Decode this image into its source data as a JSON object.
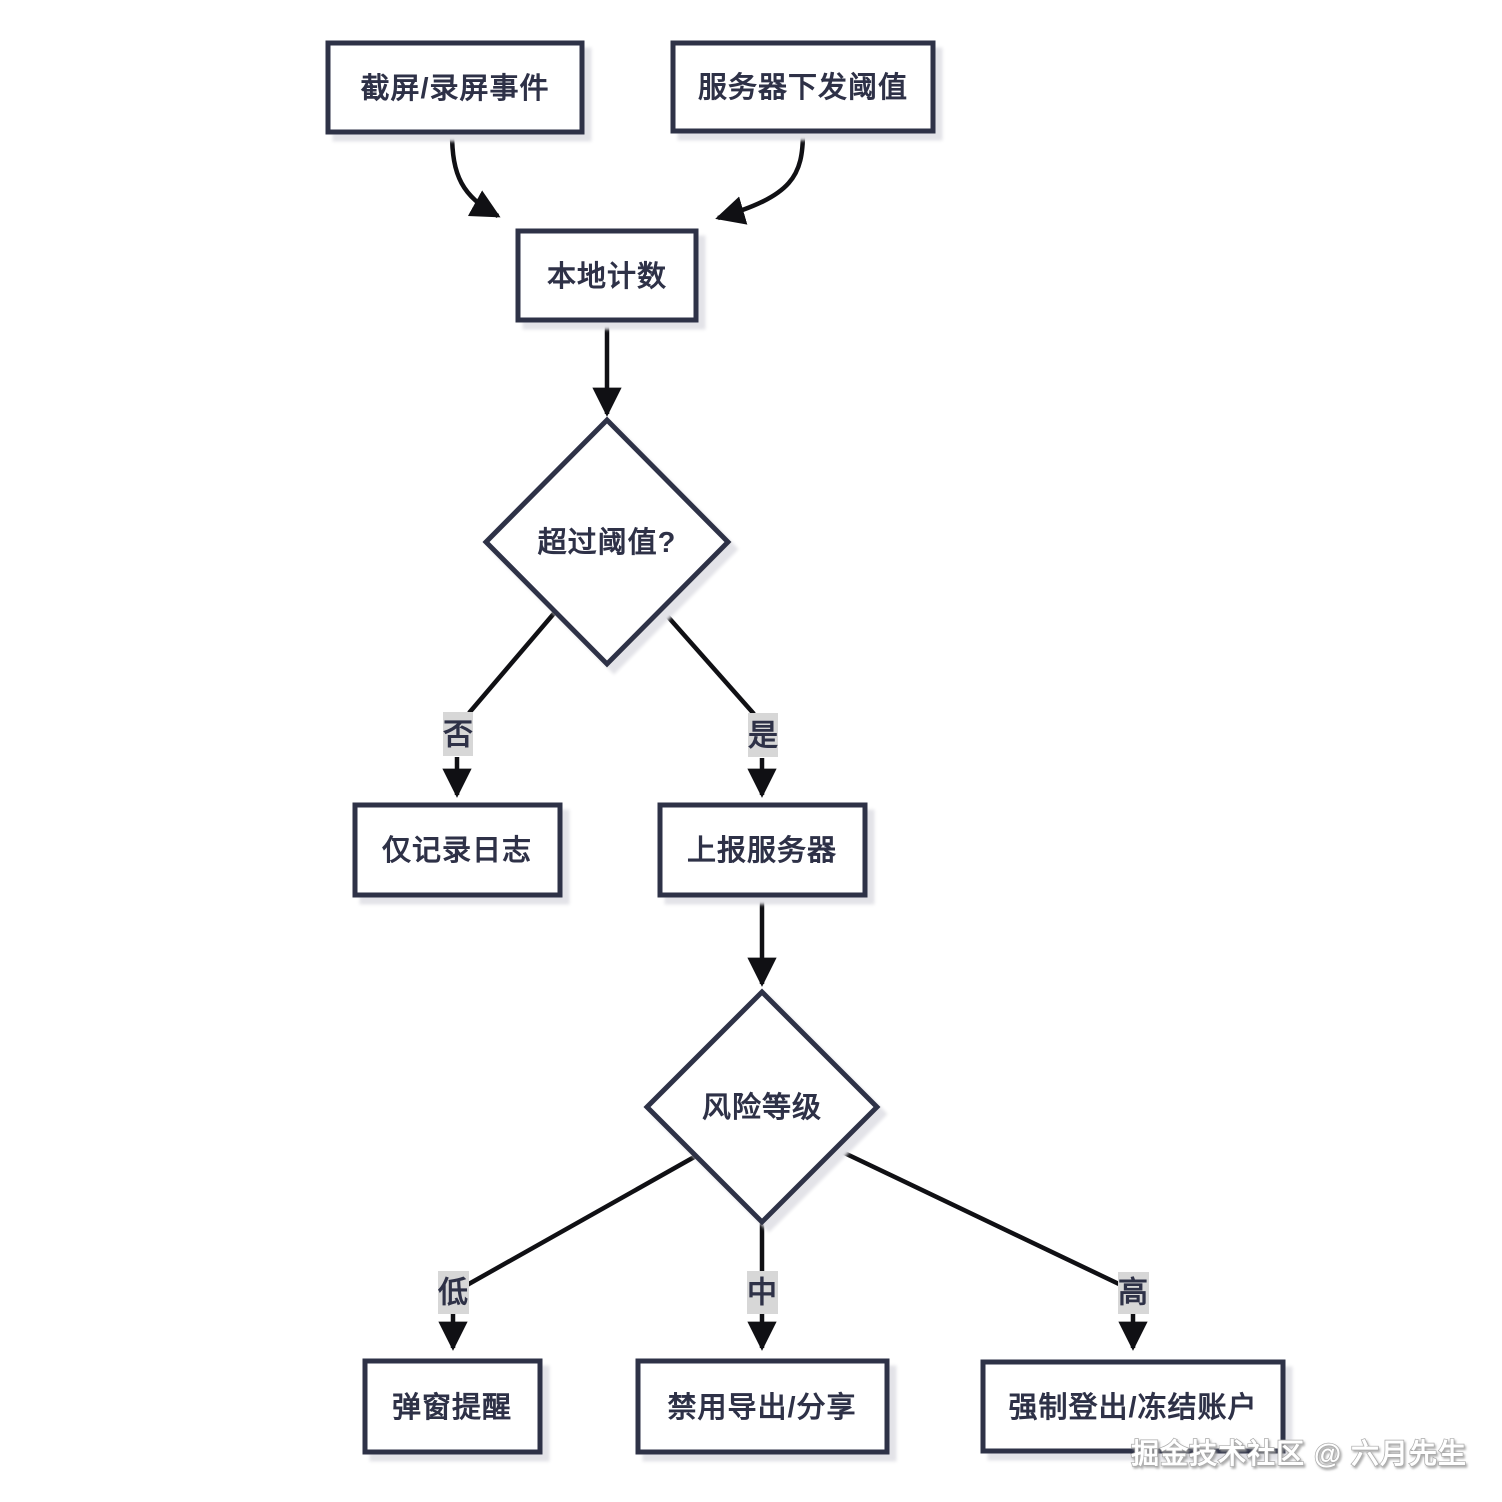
{
  "diagram": {
    "type": "flowchart",
    "nodes": {
      "screen_capture_event": {
        "label": "截屏/录屏事件"
      },
      "server_threshold": {
        "label": "服务器下发阈值"
      },
      "local_count": {
        "label": "本地计数"
      },
      "exceed_threshold": {
        "label": "超过阈值?"
      },
      "log_only": {
        "label": "仅记录日志"
      },
      "report_server": {
        "label": "上报服务器"
      },
      "risk_level": {
        "label": "风险等级"
      },
      "popup_alert": {
        "label": "弹窗提醒"
      },
      "disable_export_share": {
        "label": "禁用导出/分享"
      },
      "force_logout_freeze": {
        "label": "强制登出/冻结账户"
      }
    },
    "branch_labels": {
      "no": "否",
      "yes": "是",
      "low": "低",
      "medium": "中",
      "high": "高"
    },
    "edges": [
      {
        "from": "screen_capture_event",
        "to": "local_count"
      },
      {
        "from": "server_threshold",
        "to": "local_count"
      },
      {
        "from": "local_count",
        "to": "exceed_threshold"
      },
      {
        "from": "exceed_threshold",
        "to": "log_only",
        "label": "否"
      },
      {
        "from": "exceed_threshold",
        "to": "report_server",
        "label": "是"
      },
      {
        "from": "report_server",
        "to": "risk_level"
      },
      {
        "from": "risk_level",
        "to": "popup_alert",
        "label": "低"
      },
      {
        "from": "risk_level",
        "to": "disable_export_share",
        "label": "中"
      },
      {
        "from": "risk_level",
        "to": "force_logout_freeze",
        "label": "高"
      }
    ],
    "watermark": "掘金技术社区 @ 六月先生",
    "colors": {
      "background": "#ffffff",
      "node_border": "#2e3147",
      "node_text": "#2e3147",
      "connector": "#101014",
      "branch_label_bg": "#d7d7d7",
      "shadow": "#e3e3e8"
    }
  }
}
